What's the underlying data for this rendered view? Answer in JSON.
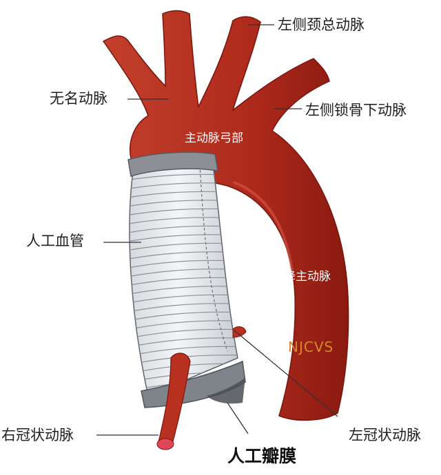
{
  "labels": {
    "left_common_carotid": "左侧颈总动脉",
    "innominate_artery": "无名动脉",
    "left_subclavian": "左侧锁骨下动脉",
    "aortic_arch": "主动脉弓部",
    "artificial_graft": "人工血管",
    "descending_aorta": "降主动脉",
    "watermark": "NJCVS",
    "right_coronary": "右冠状动脉",
    "left_coronary": "左冠状动脉",
    "artificial_valve": "人工瓣膜"
  },
  "colors": {
    "artery": "#b42a1e",
    "artery_dark": "#8e1a12",
    "graft": "#eceff2",
    "graft_rings": "#8a8f96",
    "cuff": "#8c9096",
    "leader_line": "#333333"
  }
}
